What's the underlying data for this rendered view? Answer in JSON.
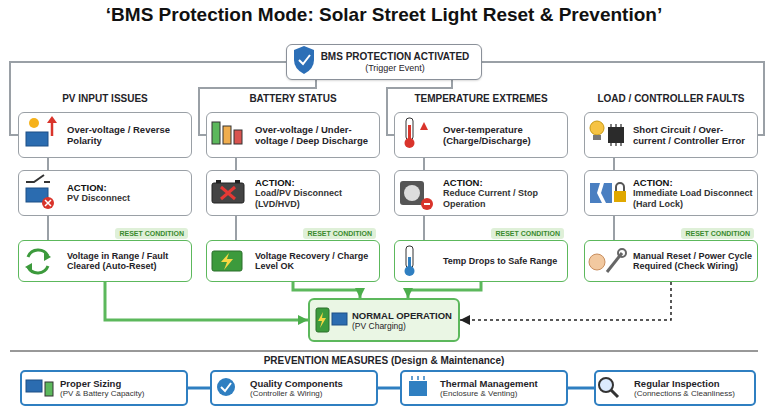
{
  "diagram": {
    "title": "‘BMS Protection Mode: Solar Street Light Reset & Prevention’",
    "nodes": [
      {
        "text": [
          "BMS PROTECTION ACTIVATED",
          "(Trigger Event)"
        ]
      },
      {
        "text": [
          "Over-voltage / Reverse Polarity"
        ]
      },
      {
        "text": [
          "ACTION:",
          "PV Disconnect"
        ]
      },
      {
        "text": [
          "RESET CONDITION",
          "Voltage in Range / Fault Cleared (Auto-Reset)"
        ]
      },
      {
        "text": [
          "Over-voltage / Under-voltage / Deep Discharge"
        ]
      },
      {
        "text": [
          "ACTION:",
          "Load/PV Disconnect (LVD/HVD)"
        ]
      },
      {
        "text": [
          "RESET CONDITION",
          "Voltage Recovery / Charge Level OK"
        ]
      },
      {
        "text": [
          "Over-temperature (Charge/Discharge)"
        ]
      },
      {
        "text": [
          "ACTION:",
          "Reduce Current / Stop Operation"
        ]
      },
      {
        "text": [
          "RESET CONDITION",
          "Temp Drops to Safe Range"
        ]
      },
      {
        "text": [
          "Short Circuit / Over-current / Controller Error"
        ]
      },
      {
        "text": [
          "ACTION:",
          "Immediate Load Disconnect (Hard Lock)"
        ]
      },
      {
        "text": [
          "RESET CONDITION",
          "Manual Reset / Power Cycle Required (Check Wiring)"
        ]
      },
      {
        "text": [
          "NORMAL OPERATION",
          "(PV Charging)"
        ]
      },
      {
        "text": [
          "Proper Sizing",
          "(PV & Battery Capacity)"
        ]
      },
      {
        "text": [
          "Quality Components",
          "(Controller & Wiring)"
        ]
      },
      {
        "text": [
          "Thermal Management",
          "(Enclosure & Venting)"
        ]
      },
      {
        "text": [
          "Regular Inspection",
          "(Connections & Cleanliness)"
        ]
      }
    ],
    "edges": [
      {
        "from": 0,
        "to": 1,
        "arrow": "none"
      },
      {
        "from": 0,
        "to": 4,
        "arrow": "none"
      },
      {
        "from": 0,
        "to": 7,
        "arrow": "none"
      },
      {
        "from": 0,
        "to": 10,
        "arrow": "none"
      },
      {
        "from": 1,
        "to": 2,
        "arrow": "none"
      },
      {
        "from": 2,
        "to": 3,
        "arrow": "none"
      },
      {
        "from": 4,
        "to": 5,
        "arrow": "none"
      },
      {
        "from": 5,
        "to": 6,
        "arrow": "none"
      },
      {
        "from": 7,
        "to": 8,
        "arrow": "none"
      },
      {
        "from": 8,
        "to": 9,
        "arrow": "none"
      },
      {
        "from": 10,
        "to": 11,
        "arrow": "none"
      },
      {
        "from": 11,
        "to": 12,
        "arrow": "none"
      },
      {
        "from": 3,
        "to": 13,
        "arrow": "to"
      },
      {
        "from": 6,
        "to": 13,
        "arrow": "to"
      },
      {
        "from": 9,
        "to": 13,
        "arrow": "to"
      },
      {
        "from": 12,
        "to": 13,
        "arrow": "to"
      },
      {
        "from": 14,
        "to": 15,
        "arrow": "none"
      },
      {
        "from": 15,
        "to": 16,
        "arrow": "none"
      },
      {
        "from": 16,
        "to": 17,
        "arrow": "none"
      }
    ],
    "labels": [
      "PV INPUT ISSUES",
      "BATTERY STATUS",
      "TEMPERATURE EXTREMES",
      "LOAD / CONTROLLER FAULTS",
      "PREVENTION MEASURES (Design & Maintenance)"
    ]
  }
}
